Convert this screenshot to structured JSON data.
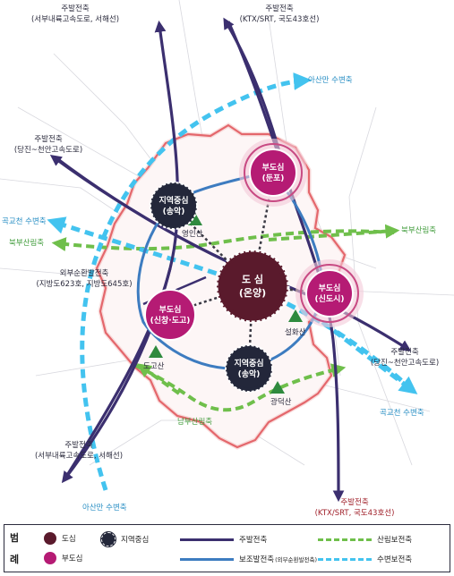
{
  "axis_labels": {
    "north_left": {
      "line1": "주발전축",
      "line2": "(서부내륙고속도로, 서해선)"
    },
    "north_right": {
      "line1": "주발전축",
      "line2": "(KTX/SRT, 국도43호선)"
    },
    "asan_bay_top": "아산만 수변축",
    "dangjin_left": {
      "line1": "주발전축",
      "line2": "(당진~천안고속도로)"
    },
    "gokgyo_left": "곡교천 수변축",
    "north_forest_left": "북부산림축",
    "north_forest_right": "북부산림축",
    "outer_ring": {
      "line1": "외부순환발전축",
      "line2": "(지방도623호, 지방도645호)"
    },
    "dangjin_right": {
      "line1": "주발전축",
      "line2": "(당진~천안고속도로)"
    },
    "gokgyo_right": "곡교천 수변축",
    "south_forest": "남부산림축",
    "south_left": {
      "line1": "주발전축",
      "line2": "(서부내륙고속도로, 서해선)"
    },
    "asan_bay_bottom": "아산만 수변축",
    "south_right": {
      "line1": "주발전축",
      "line2": "(KTX/SRT, 국도43호선)"
    }
  },
  "mountains": [
    "영인산",
    "설화산",
    "도고산",
    "광덕산"
  ],
  "nodes": {
    "center": {
      "line1": "도 심",
      "line2": "(온양)"
    },
    "sub_dunpo": {
      "line1": "부도심",
      "line2": "(둔포)"
    },
    "sub_sindosi": {
      "line1": "부도심",
      "line2": "(신도시)"
    },
    "sub_sinchang": {
      "line1": "부도심",
      "line2": "(신창·도고)"
    },
    "regional_songak_n": {
      "line1": "지역중심",
      "line2": "(송악)"
    },
    "regional_songak_s": {
      "line1": "지역중심",
      "line2": "(송악)"
    }
  },
  "legend": {
    "title_1": "범",
    "title_2": "례",
    "center": "도심",
    "regional": "지역중심",
    "sub": "부도심",
    "main_axis": "주발전축",
    "aux_axis": "보조발전축",
    "aux_axis_note": "(외부순환발전축)",
    "forest_axis": "산림보전축",
    "water_axis": "수변보전축"
  },
  "colors": {
    "center_node": "#5a1a2c",
    "sub_node": "#b51b74",
    "regional_node": "#23273a",
    "main_axis": "#3b2f6f",
    "aux_axis": "#3d7cc0",
    "forest_axis": "#6fbf4b",
    "water_axis": "#43c3ef",
    "boundary": "#d9262e"
  }
}
